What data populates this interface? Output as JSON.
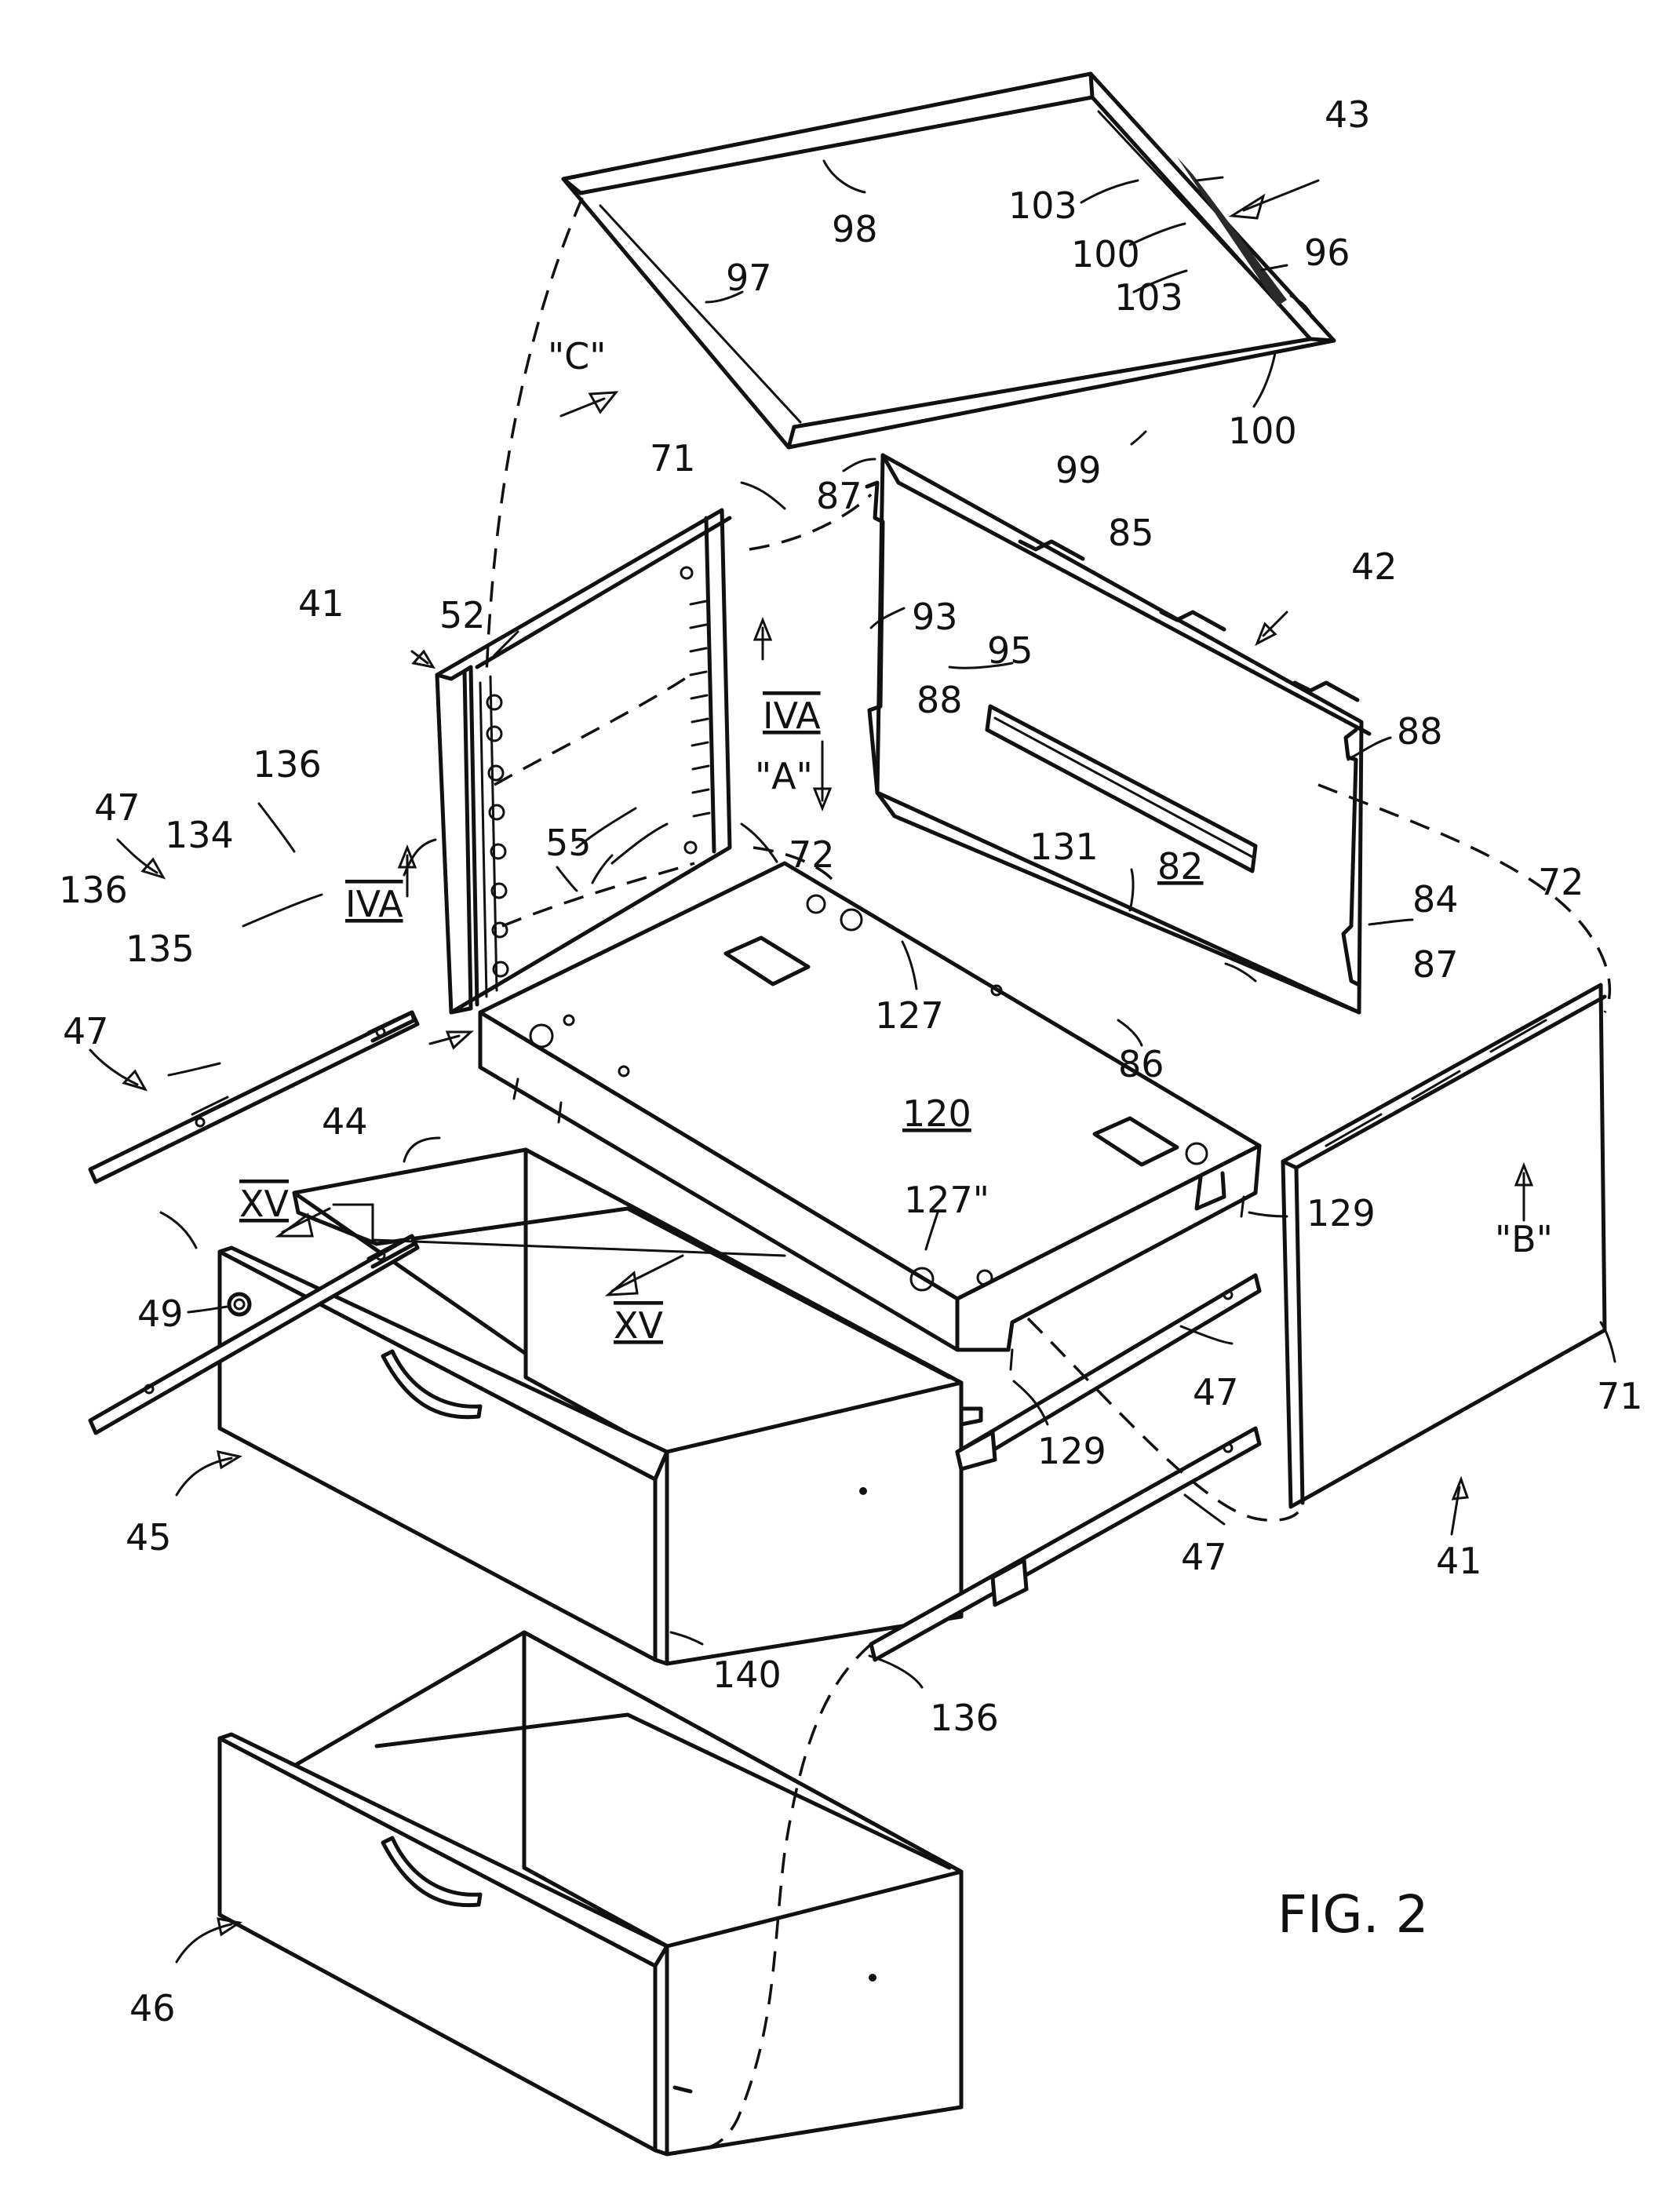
{
  "figure_label": "FIG. 2",
  "labels": {
    "l43": "43",
    "l98": "98",
    "l103a": "103",
    "l100a": "100",
    "l103b": "103",
    "l96": "96",
    "l97": "97",
    "l100b": "100",
    "l99": "99",
    "lC": "\"C\"",
    "l71a": "71",
    "l87a": "87",
    "l85": "85",
    "l42": "42",
    "l41a": "41",
    "l52": "52",
    "l93": "93",
    "l95": "95",
    "l88a": "88",
    "l88b": "88",
    "lIVA1": "IVA",
    "lA": "\"A\"",
    "l136a": "136",
    "l47a": "47",
    "l134": "134",
    "l55": "55",
    "l72a": "72",
    "l131": "131",
    "l82": "82",
    "l84": "84",
    "l72b": "72",
    "l136b": "136",
    "l135": "135",
    "lIVA2": "IVA",
    "l127a": "127",
    "l87b": "87",
    "l86": "86",
    "l47b": "47",
    "l44": "44",
    "l120": "120",
    "lXV1": "XV",
    "l129a": "129",
    "l127b": "127\"",
    "lB": "\"B\"",
    "l49": "49",
    "lXV2": "XV",
    "l47c": "47",
    "l129b": "129",
    "l71b": "71",
    "l45": "45",
    "l47d": "47",
    "l41b": "41",
    "l140": "140",
    "l136c": "136",
    "l46": "46"
  }
}
